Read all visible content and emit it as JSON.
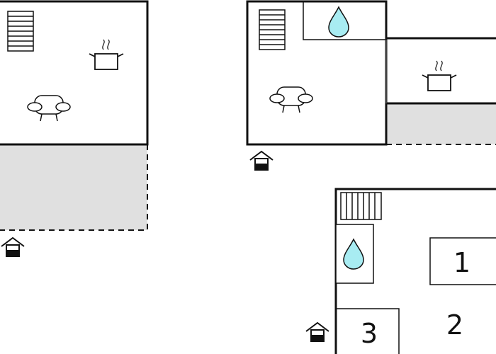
{
  "colors": {
    "wall": "#111111",
    "terrace": "#e0e0e0",
    "water": "#a8ecf2",
    "background": "#ffffff"
  },
  "rooms": {
    "bedroom_1": "1",
    "bedroom_2": "2",
    "bedroom_3": "3"
  },
  "icons": [
    "stairs-icon",
    "cooking-pot-icon",
    "sofa-icon",
    "water-drop-icon",
    "entrance-icon"
  ]
}
